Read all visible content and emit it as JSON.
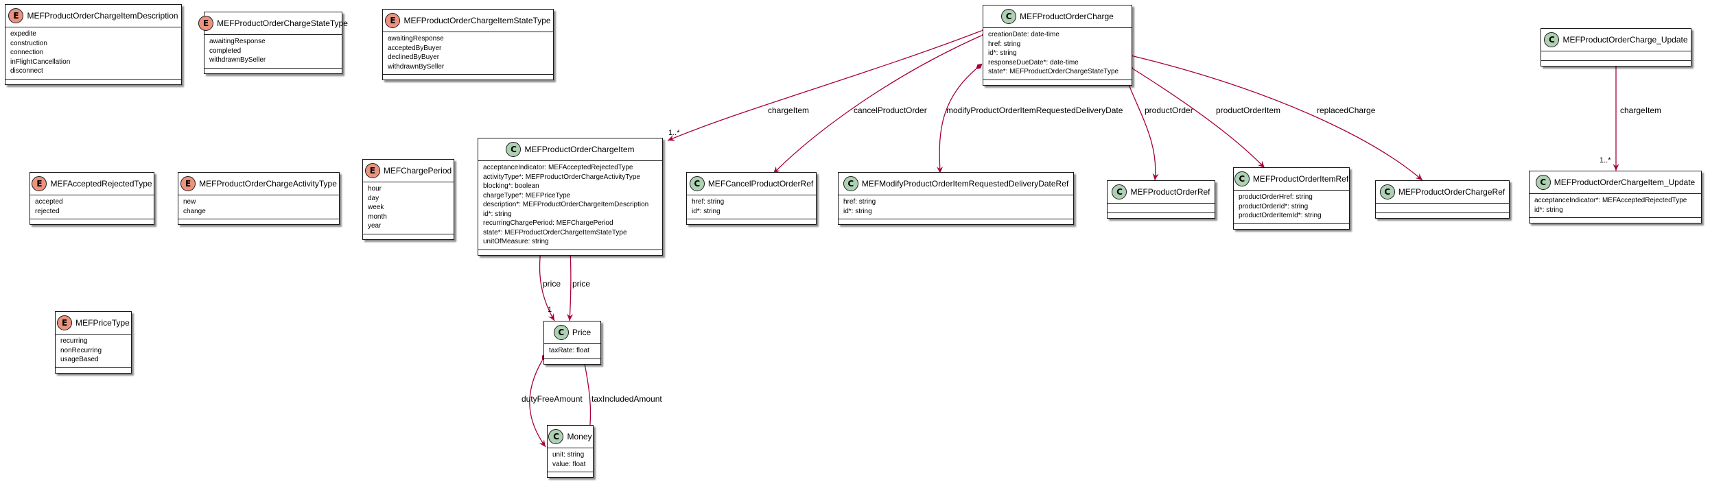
{
  "diagram": {
    "enums": [
      {
        "id": "e1",
        "name": "MEFProductOrderChargeItemDescription",
        "values": [
          "expedite",
          "construction",
          "connection",
          "inFlightCancellation",
          "disconnect"
        ]
      },
      {
        "id": "e2",
        "name": "MEFProductOrderChargeStateType",
        "values": [
          "awaitingResponse",
          "completed",
          "withdrawnBySeller"
        ]
      },
      {
        "id": "e3",
        "name": "MEFProductOrderChargeItemStateType",
        "values": [
          "awaitingResponse",
          "acceptedByBuyer",
          "declinedByBuyer",
          "withdrawnBySeller"
        ]
      },
      {
        "id": "e4",
        "name": "MEFAcceptedRejectedType",
        "values": [
          "accepted",
          "rejected"
        ]
      },
      {
        "id": "e5",
        "name": "MEFProductOrderChargeActivityType",
        "values": [
          "new",
          "change"
        ]
      },
      {
        "id": "e6",
        "name": "MEFChargePeriod",
        "values": [
          "hour",
          "day",
          "week",
          "month",
          "year"
        ]
      },
      {
        "id": "e7",
        "name": "MEFPriceType",
        "values": [
          "recurring",
          "nonRecurring",
          "usageBased"
        ]
      }
    ],
    "classes": [
      {
        "id": "c1",
        "name": "MEFProductOrderCharge",
        "fields": [
          "creationDate: date-time",
          "href: string",
          "id*: string",
          "responseDueDate*: date-time",
          "state*: MEFProductOrderChargeStateType"
        ]
      },
      {
        "id": "c2",
        "name": "MEFProductOrderCharge_Update",
        "fields": []
      },
      {
        "id": "c3",
        "name": "MEFProductOrderChargeItem",
        "fields": [
          "acceptanceIndicator: MEFAcceptedRejectedType",
          "activityType*: MEFProductOrderChargeActivityType",
          "blocking*: boolean",
          "chargeType*: MEFPriceType",
          "description*: MEFProductOrderChargeItemDescription",
          "id*: string",
          "recurringChargePeriod: MEFChargePeriod",
          "state*: MEFProductOrderChargeItemStateType",
          "unitOfMeasure: string"
        ]
      },
      {
        "id": "c4",
        "name": "MEFCancelProductOrderRef",
        "fields": [
          "href: string",
          "id*: string"
        ]
      },
      {
        "id": "c5",
        "name": "MEFModifyProductOrderItemRequestedDeliveryDateRef",
        "fields": [
          "href: string",
          "id*: string"
        ]
      },
      {
        "id": "c6",
        "name": "MEFProductOrderRef",
        "fields": []
      },
      {
        "id": "c7",
        "name": "MEFProductOrderItemRef",
        "fields": [
          "productOrderHref: string",
          "productOrderId*: string",
          "productOrderItemId*: string"
        ]
      },
      {
        "id": "c8",
        "name": "MEFProductOrderChargeRef",
        "fields": []
      },
      {
        "id": "c9",
        "name": "MEFProductOrderChargeItem_Update",
        "fields": [
          "acceptanceIndicator*: MEFAcceptedRejectedType",
          "id*: string"
        ]
      },
      {
        "id": "c10",
        "name": "Price",
        "fields": [
          "taxRate: float"
        ]
      },
      {
        "id": "c11",
        "name": "Money",
        "fields": [
          "unit: string",
          "value: float"
        ]
      }
    ],
    "relations": [
      {
        "id": "r1",
        "label": "chargeItem",
        "multiplicity": "1..*"
      },
      {
        "id": "r2",
        "label": "cancelProductOrder",
        "multiplicity": ""
      },
      {
        "id": "r3",
        "label": "modifyProductOrderItemRequestedDeliveryDate",
        "multiplicity": ""
      },
      {
        "id": "r4",
        "label": "productOrder",
        "multiplicity": ""
      },
      {
        "id": "r5",
        "label": "productOrderItem",
        "multiplicity": ""
      },
      {
        "id": "r6",
        "label": "replacedCharge",
        "multiplicity": ""
      },
      {
        "id": "r7",
        "label": "chargeItem",
        "multiplicity": "1..*"
      },
      {
        "id": "r8",
        "label": "price",
        "multiplicity": "1"
      },
      {
        "id": "r9",
        "label": "price",
        "multiplicity": ""
      },
      {
        "id": "r10",
        "label": "dutyFreeAmount",
        "multiplicity": ""
      },
      {
        "id": "r11",
        "label": "taxIncludedAmount",
        "multiplicity": ""
      }
    ],
    "badges": {
      "class": "C",
      "enum": "E"
    },
    "colors": {
      "line": "#a80036",
      "border": "#181818",
      "class_badge": "#add1b2",
      "enum_badge": "#eb937f"
    }
  }
}
